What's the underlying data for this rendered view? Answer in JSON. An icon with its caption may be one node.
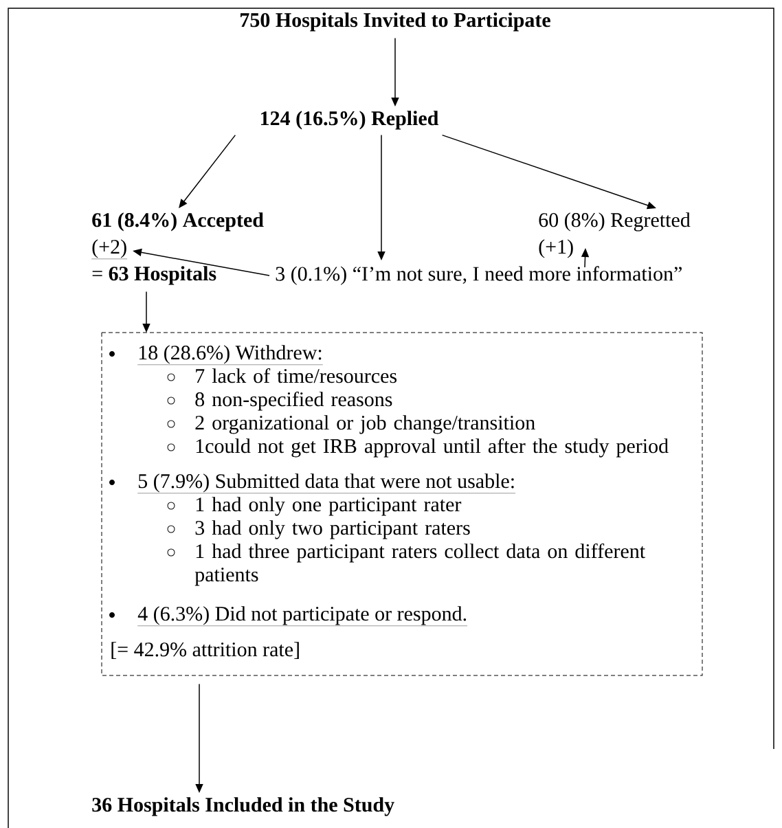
{
  "diagram": {
    "nodes": [
      {
        "text": [
          "750 Hospitals Invited to Participate"
        ]
      },
      {
        "text": [
          "124 (16.5%) Replied"
        ]
      },
      {
        "text": [
          "61 (8.4%) Accepted",
          "(+2)",
          "= **63 Hospitals**"
        ]
      },
      {
        "text": [
          "60 (8%) Regretted",
          "(+1)"
        ]
      },
      {
        "text": [
          "3 (0.1%) “I’m not sure, I need more information”"
        ]
      },
      {
        "text": [
          "18 (28.6%) Withdrew:",
          "7 lack of time/resources",
          "8 non-specified reasons",
          "2 organizational or job change/transition",
          "1could not get IRB approval until after the study period",
          "5 (7.9%) Submitted data that were not usable:",
          "1 had only one participant rater",
          "3 had only two participant raters",
          "1 had three participant raters collect data on different patients",
          "4 (6.3%) Did not participate or respond.",
          "[= 42.9% attrition rate]"
        ]
      },
      {
        "text": [
          "36 Hospitals Included in the Study"
        ]
      }
    ],
    "edges": [
      {
        "from": 0,
        "to": 1,
        "arrow": "to"
      },
      {
        "from": 1,
        "to": 2,
        "arrow": "to"
      },
      {
        "from": 1,
        "to": 4,
        "arrow": "to"
      },
      {
        "from": 1,
        "to": 3,
        "arrow": "to"
      },
      {
        "from": 4,
        "to": 2,
        "arrow": "to"
      },
      {
        "from": 4,
        "to": 3,
        "arrow": "to"
      },
      {
        "from": 2,
        "to": 5,
        "arrow": "to"
      },
      {
        "from": 5,
        "to": 6,
        "arrow": "to"
      }
    ]
  }
}
